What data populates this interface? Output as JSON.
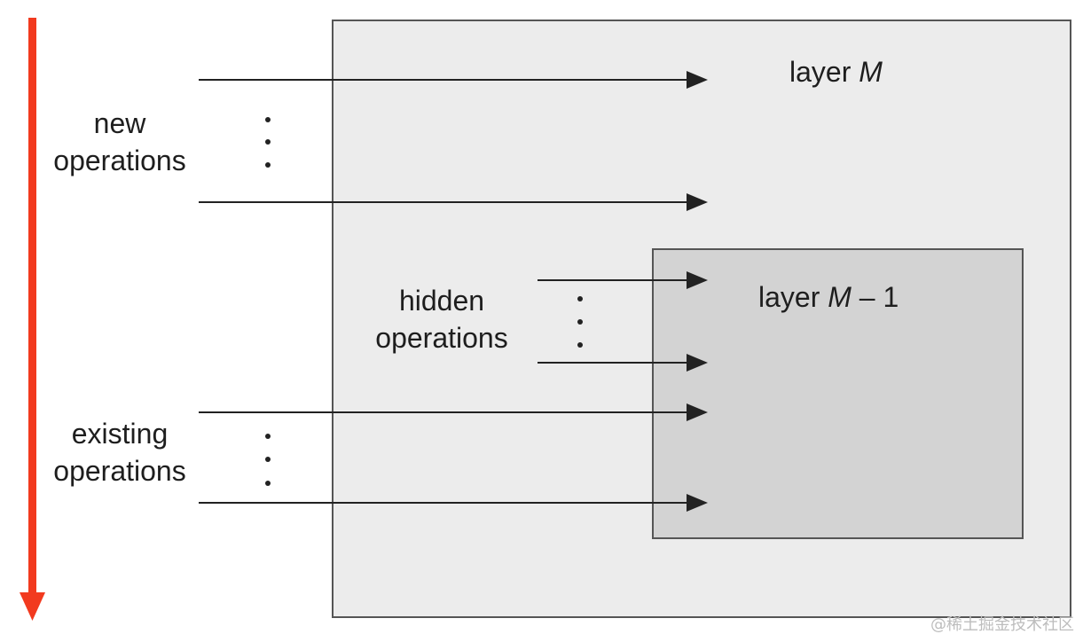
{
  "colors": {
    "outer_layer_fill": "#ececec",
    "inner_layer_fill": "#d3d3d3",
    "border": "#555555",
    "arrow": "#222222",
    "direction_arrow": "#f23a1f"
  },
  "layer_outer": {
    "prefix": "layer ",
    "var": "M",
    "suffix": ""
  },
  "layer_inner": {
    "prefix": "layer ",
    "var": "M",
    "suffix": " – 1"
  },
  "labels": {
    "new_line1": "new",
    "new_line2": "operations",
    "hidden_line1": "hidden",
    "hidden_line2": "operations",
    "existing_line1": "existing",
    "existing_line2": "operations"
  },
  "watermark": "@稀土掘金技术社区"
}
